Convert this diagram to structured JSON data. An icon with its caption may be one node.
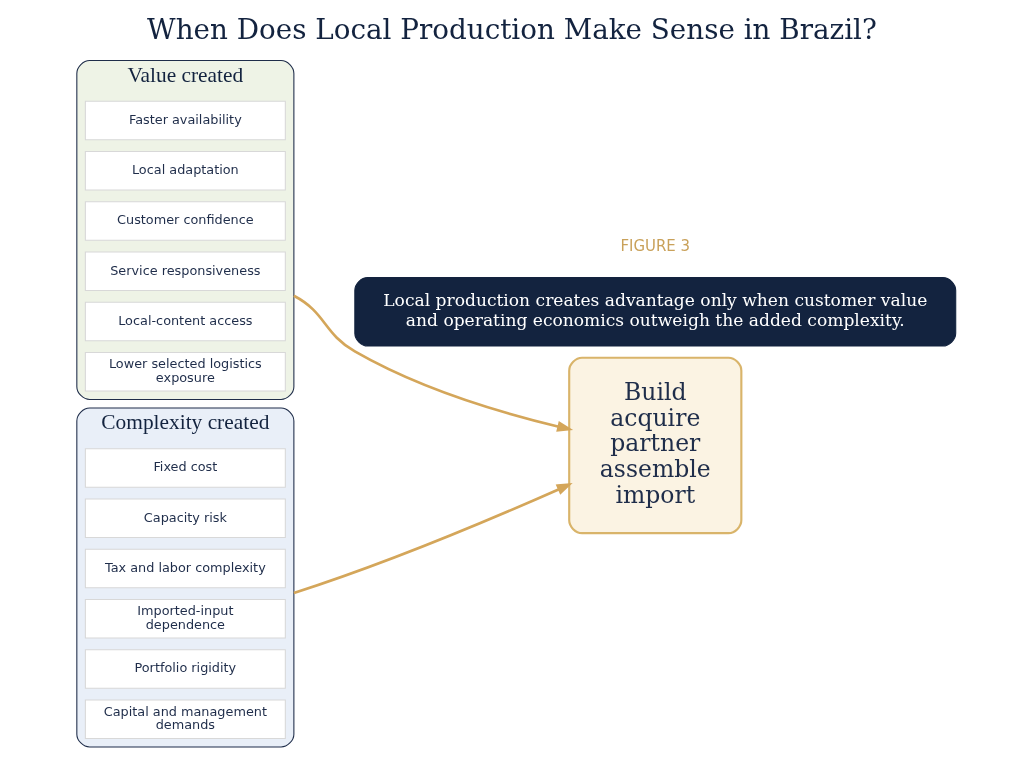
{
  "diagram": {
    "title": "When Does Local Production Make Sense in Brazil?",
    "nodes": [
      {
        "text": [
          "Value created"
        ]
      },
      {
        "text": [
          "Faster availability"
        ],
        "in": 0
      },
      {
        "text": [
          "Local adaptation"
        ],
        "in": 0
      },
      {
        "text": [
          "Customer confidence"
        ],
        "in": 0
      },
      {
        "text": [
          "Service responsiveness"
        ],
        "in": 0
      },
      {
        "text": [
          "Local-content access"
        ],
        "in": 0
      },
      {
        "text": [
          "Lower selected logistics exposure"
        ],
        "in": 0
      },
      {
        "text": [
          "Complexity created"
        ]
      },
      {
        "text": [
          "Fixed cost"
        ],
        "in": 7
      },
      {
        "text": [
          "Capacity risk"
        ],
        "in": 7
      },
      {
        "text": [
          "Tax and labor complexity"
        ],
        "in": 7
      },
      {
        "text": [
          "Imported-input dependence"
        ],
        "in": 7
      },
      {
        "text": [
          "Portfolio rigidity"
        ],
        "in": 7
      },
      {
        "text": [
          "Capital and management demands"
        ],
        "in": 7
      },
      {
        "text": [
          "Build",
          "acquire",
          "partner",
          "assemble",
          "import"
        ]
      },
      {
        "text": [
          "Local production creates advantage only when customer value and operating economics outweigh the added complexity."
        ]
      }
    ],
    "edges": [
      {
        "from": 0,
        "to": 14,
        "arrow": "to"
      },
      {
        "from": 7,
        "to": 14,
        "arrow": "to"
      }
    ],
    "labels": [
      "FIGURE 3"
    ]
  }
}
